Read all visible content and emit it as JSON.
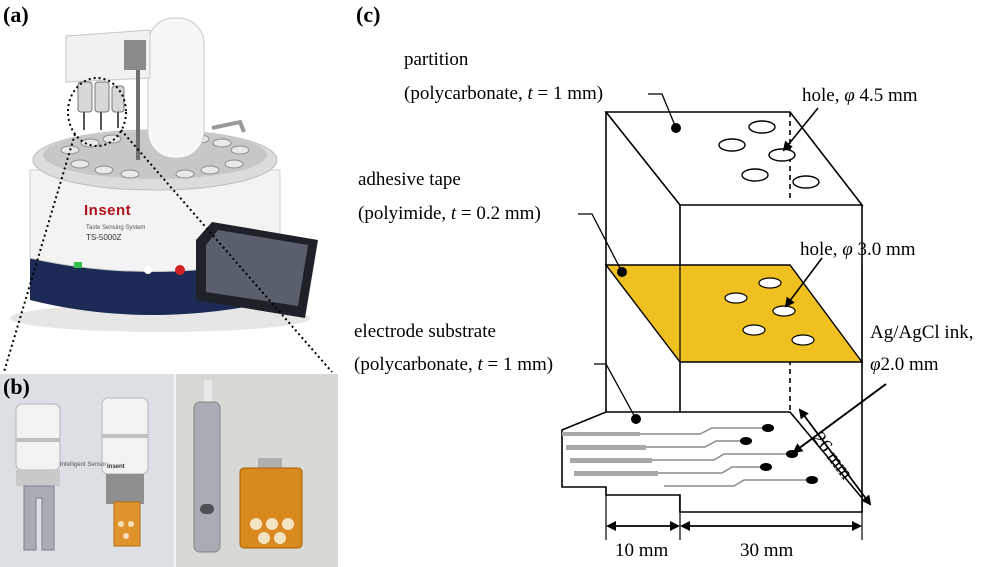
{
  "panels": {
    "a": "(a)",
    "b": "(b)",
    "c": "(c)"
  },
  "device": {
    "brand": "Insent",
    "model_line": "Taste Sensing System",
    "model": "TS-5000Z"
  },
  "sensor": {
    "brand": "Insent",
    "text": "Intelligent Sensor"
  },
  "diagram": {
    "partition_title": "partition",
    "partition_mat_pre": "(polycarbonate, ",
    "partition_t": "t",
    "partition_mat_post": " = 1 mm)",
    "tape_title": "adhesive tape",
    "tape_mat_pre": "(polyimide, ",
    "tape_t": "t",
    "tape_mat_post": " = 0.2 mm)",
    "substrate_title": "electrode substrate",
    "substrate_mat_pre": "(polycarbonate, ",
    "substrate_t": "t",
    "substrate_mat_post": " = 1 mm)",
    "hole1_pre": "hole,  ",
    "hole1_phi": "φ",
    "hole1_val": " 4.5 mm",
    "hole2_pre": "hole,  ",
    "hole2_phi": "φ",
    "hole2_val": " 3.0 mm",
    "ink_line1": "Ag/AgCl ink,",
    "ink_phi": "φ",
    "ink_val": "2.0 mm",
    "dim_width": "10 mm",
    "dim_length": "30 mm",
    "dim_depth": "26 mm"
  },
  "colors": {
    "tape": "#f0c020",
    "electrode_strip": "#a8a8a8",
    "device_body": "#f2f2f2",
    "device_base": "#1c2a55",
    "screen": "#3a3f48",
    "sensor_chip": "#d98a1e"
  }
}
